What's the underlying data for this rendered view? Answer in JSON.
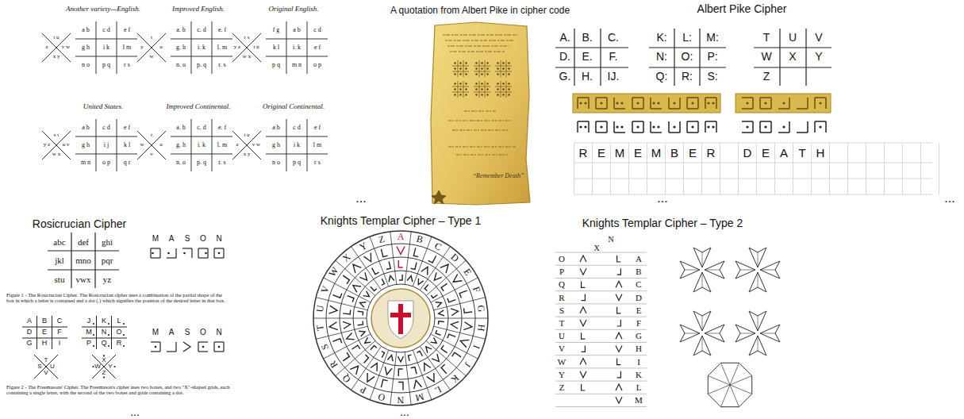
{
  "diagram": {
    "labels": [
      "Another variety—English.",
      "a b",
      "c d",
      "e f",
      "g h",
      "i k",
      "l m",
      "n o",
      "p q",
      "r s",
      "t u",
      "v w",
      "x y",
      "z",
      "Improved English.",
      "a. b",
      "c. d",
      "e. f",
      "g. h",
      "i. k",
      "l. m",
      "n. o",
      "p. q",
      "r. s",
      "t",
      "u",
      "w",
      "y",
      "Original English.",
      "f g",
      "a b",
      "c d",
      "k l",
      "i. k",
      "e f",
      "p q",
      "m n",
      "o p",
      "r s",
      "t u",
      "w x",
      "y z",
      "United States.",
      "a b",
      "c d",
      "e f",
      "g h",
      "i j",
      "k l",
      "m n",
      "o p",
      "q r",
      "s t",
      "u v",
      "w x",
      "y z",
      "Improved Continental.",
      "a. b",
      "c. d",
      "e. f",
      "g. h",
      "i. k",
      "l. m",
      "n. o",
      "p. q",
      "r. s",
      "t",
      "u",
      "v",
      "w",
      "Original Continental.",
      "a b",
      "c d",
      "e f",
      "g h",
      "i k",
      "l m",
      "n o",
      "p q",
      "r s",
      "t u",
      "v w",
      "x y",
      "z",
      "A quotation from Albert Pike in cipher code",
      "“Remember Death”",
      "Albert Pike Cipher",
      "A.",
      "B.",
      "C.",
      "D.",
      "E.",
      "F.",
      "G.",
      "H.",
      "IJ.",
      "K:",
      "L:",
      "M:",
      "N:",
      "O:",
      "P:",
      "Q:",
      "R:",
      "S:",
      "T",
      "U",
      "V",
      "W",
      "X",
      "Y",
      "Z",
      "R",
      "E",
      "M",
      "E",
      "M",
      "B",
      "E",
      "R",
      "D",
      "E",
      "A",
      "T",
      "H",
      "...",
      "...",
      "...",
      "Rosicrucian Cipher",
      "abc",
      "def",
      "ghi",
      "jkl",
      "mno",
      "pqr",
      "stu",
      "vwx",
      "yz",
      "M",
      "A",
      "S",
      "O",
      "N",
      "Figure 1 - The Rosicrucian Cipher. The Rosicrucian cipher uses a combination of the partial shape of the box in which a letter is contained and a dot (.) which signifies the position of the desired letter in that box.",
      "A",
      "B",
      "C",
      "D",
      "E",
      "F",
      "G",
      "H",
      "I",
      "J",
      "K",
      "L",
      "M",
      "N",
      "O",
      "P",
      "Q",
      "R",
      "S",
      "T",
      "U",
      "V",
      "W",
      "X",
      "Y",
      "Z",
      "M",
      "A",
      "S",
      "O",
      "N",
      "Figure 2 - The Freemasons' Cipher. The Freemason's cipher uses two boxes, and two \"X\"-shaped grids, each containing a single letter, with the second of the two boxes and grids containing a dot.",
      "Knights Templar Cipher – Type 1",
      "A",
      "B",
      "C",
      "D",
      "E",
      "F",
      "G",
      "H",
      "I",
      "J",
      "K",
      "L",
      "M",
      "N",
      "O",
      "P",
      "Q",
      "R",
      "S",
      "T",
      "U",
      "V",
      "W",
      "X",
      "Y",
      "Z",
      "Knights Templar Cipher – Type 2",
      "N",
      "X",
      "O",
      "P",
      "Q",
      "R",
      "S",
      "T",
      "U",
      "V",
      "W",
      "Y",
      "Z",
      "A",
      "B",
      "C",
      "D",
      "E",
      "F",
      "G",
      "H",
      "I",
      "K",
      "L",
      "M",
      "...",
      "..."
    ]
  }
}
